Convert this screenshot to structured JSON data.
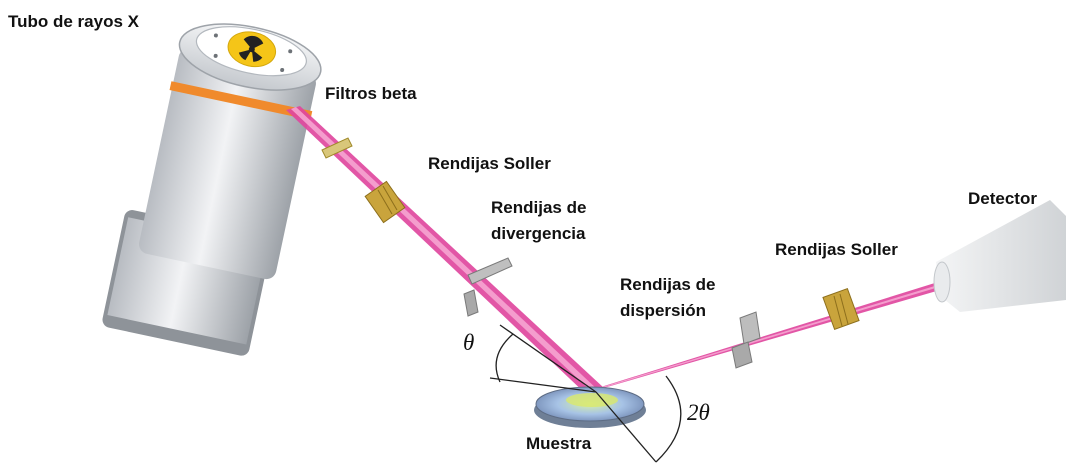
{
  "labels": {
    "tube": "Tubo de rayos X",
    "beta_filters": "Filtros beta",
    "soller_in": "Rendijas Soller",
    "divergence_line1": "Rendijas de",
    "divergence_line2": "divergencia",
    "scatter_line1": "Rendijas de",
    "scatter_line2": "dispersión",
    "soller_out": "Rendijas Soller",
    "detector": "Detector",
    "sample": "Muestra",
    "theta": "θ",
    "two_theta": "2θ"
  },
  "colors": {
    "beam": "#e0489e",
    "beam_light": "#f7a9d4",
    "tube_body": "#d9dce0",
    "tube_band": "#f08a2c",
    "radiation_symbol": "#f5c518",
    "sample": "#9fb6d8",
    "slit_gold": "#c9a43c",
    "slit_grey": "#a9a9a9",
    "detector": "#e3e5e7"
  },
  "icons": {
    "tube": "x-ray-tube-icon",
    "radiation": "radiation-trefoil-icon",
    "detector": "detector-icon"
  }
}
